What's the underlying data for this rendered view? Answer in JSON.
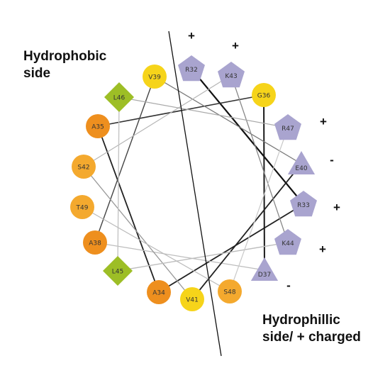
{
  "labels": {
    "hydrophobic_line1": "Hydrophobic",
    "hydrophobic_line2": "side",
    "hydrophilic_line1": "Hydrophillic",
    "hydrophilic_line2": "side/ + charged"
  },
  "colors": {
    "yellow": "#F6D41A",
    "light_orange": "#F4A92E",
    "dark_orange": "#EE8F1E",
    "green": "#9DBE26",
    "purple": "#A9A4CF",
    "text": "#111111"
  },
  "residues": [
    {
      "id": "A34",
      "label": "A34",
      "shape": "circle",
      "color": "dark_orange"
    },
    {
      "id": "A35",
      "label": "A35",
      "shape": "circle",
      "color": "dark_orange"
    },
    {
      "id": "A38",
      "label": "A38",
      "shape": "circle",
      "color": "dark_orange"
    },
    {
      "id": "V39",
      "label": "V39",
      "shape": "circle",
      "color": "yellow"
    },
    {
      "id": "G36",
      "label": "G36",
      "shape": "circle",
      "color": "yellow"
    },
    {
      "id": "V41",
      "label": "V41",
      "shape": "circle",
      "color": "yellow"
    },
    {
      "id": "L46",
      "label": "L46",
      "shape": "diamond",
      "color": "green"
    },
    {
      "id": "L45",
      "label": "L45",
      "shape": "diamond",
      "color": "green"
    },
    {
      "id": "S42",
      "label": "S42",
      "shape": "circle",
      "color": "light_orange"
    },
    {
      "id": "T49",
      "label": "T49",
      "shape": "circle",
      "color": "light_orange"
    },
    {
      "id": "S48",
      "label": "S48",
      "shape": "circle",
      "color": "light_orange"
    },
    {
      "id": "R32",
      "label": "R32",
      "shape": "pentagon",
      "color": "purple"
    },
    {
      "id": "K43",
      "label": "K43",
      "shape": "pentagon",
      "color": "purple"
    },
    {
      "id": "R47",
      "label": "R47",
      "shape": "pentagon",
      "color": "purple"
    },
    {
      "id": "R33",
      "label": "R33",
      "shape": "pentagon",
      "color": "purple"
    },
    {
      "id": "K44",
      "label": "K44",
      "shape": "pentagon",
      "color": "purple"
    },
    {
      "id": "E40",
      "label": "E40",
      "shape": "triangle",
      "color": "purple"
    },
    {
      "id": "D37",
      "label": "D37",
      "shape": "triangle",
      "color": "purple"
    }
  ],
  "connections": [
    [
      "R32",
      "R33"
    ],
    [
      "R33",
      "A34"
    ],
    [
      "A34",
      "A35"
    ],
    [
      "A35",
      "G36"
    ],
    [
      "G36",
      "D37"
    ],
    [
      "D37",
      "A38"
    ],
    [
      "A38",
      "V39"
    ],
    [
      "V39",
      "E40"
    ],
    [
      "E40",
      "V41"
    ],
    [
      "V41",
      "S42"
    ],
    [
      "S42",
      "K43"
    ],
    [
      "K43",
      "K44"
    ],
    [
      "K44",
      "L45"
    ],
    [
      "L45",
      "L46"
    ],
    [
      "L46",
      "R47"
    ],
    [
      "R47",
      "S48"
    ],
    [
      "S48",
      "T49"
    ]
  ],
  "charges": [
    {
      "sign": "+"
    },
    {
      "sign": "+"
    },
    {
      "sign": "+"
    },
    {
      "sign": "-"
    },
    {
      "sign": "+"
    },
    {
      "sign": "+"
    },
    {
      "sign": "-"
    }
  ]
}
